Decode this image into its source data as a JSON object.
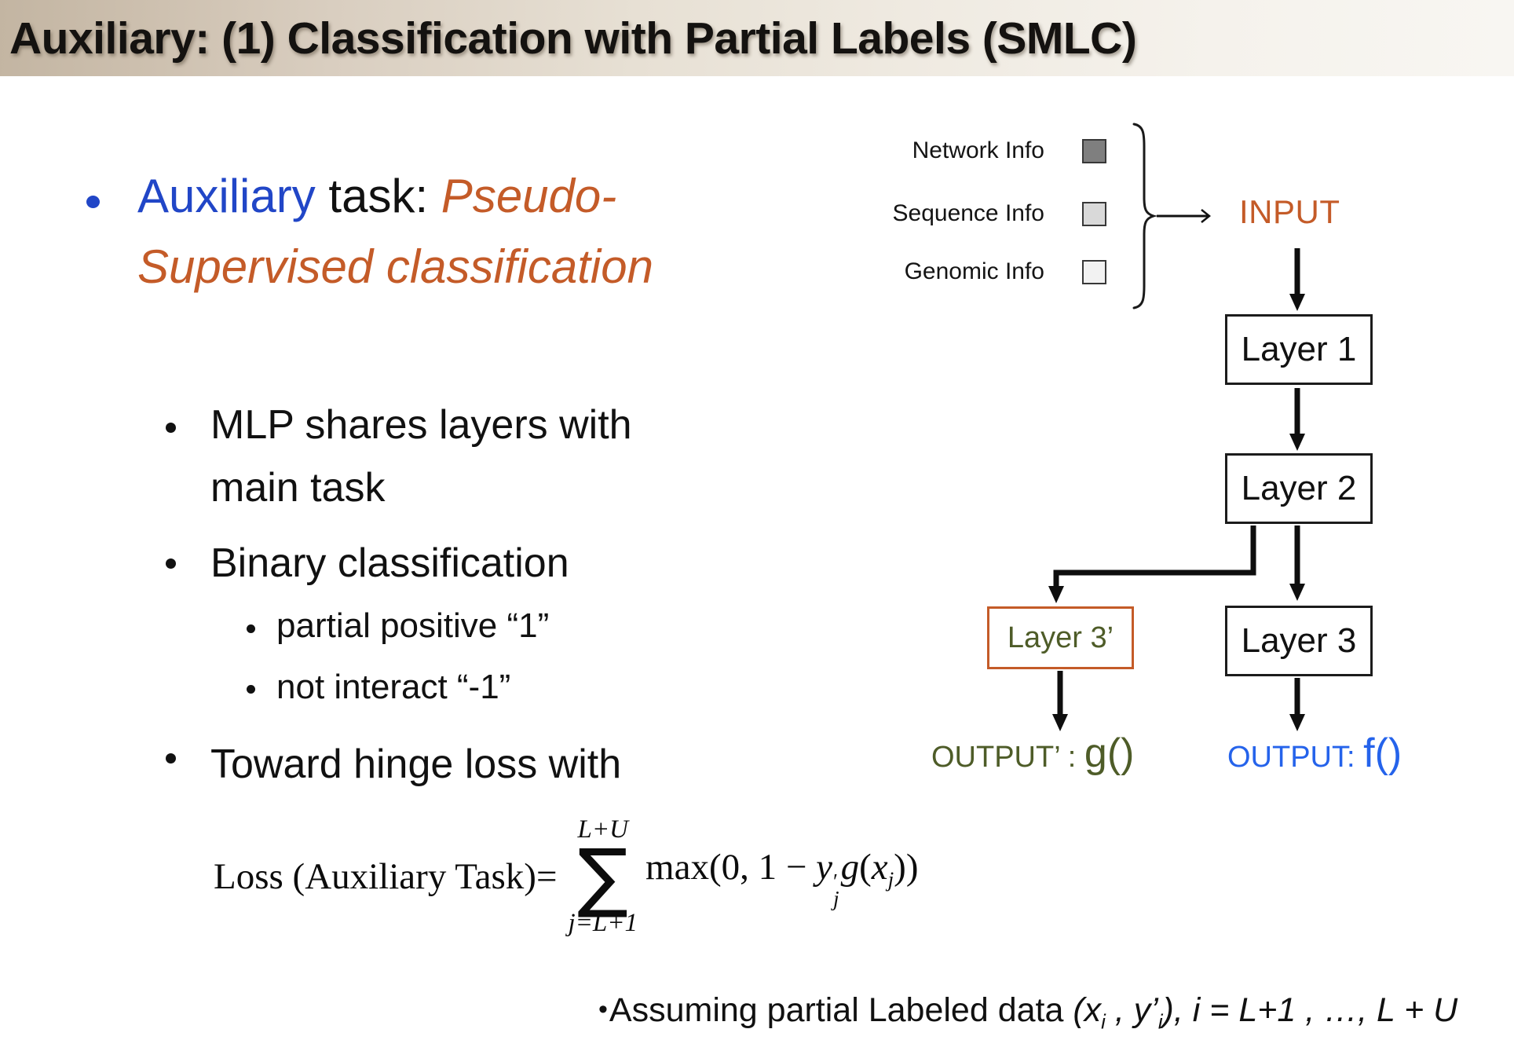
{
  "title": "Auxiliary: (1) Classification with Partial Labels (SMLC)",
  "colors": {
    "accent_blue": "#2146c7",
    "accent_orange": "#c45b28",
    "olive_green": "#4e5c28",
    "output_blue": "#2563eb",
    "title_band_left": "#c3b5a2",
    "title_band_right": "#f8f6f2",
    "swatch_network": "#7f7f7f",
    "swatch_sequence": "#d9d9d9",
    "swatch_genomic": "#f2f2f2"
  },
  "content": {
    "main": {
      "word_blue": "Auxiliary",
      "word_black": " task: ",
      "word_orange_line1": "Pseudo-",
      "word_orange_line2": "Supervised classification"
    },
    "sub1_line1": "MLP shares layers with",
    "sub1_line2": "main task",
    "sub2": "Binary classification",
    "sub2a": "partial positive “1”",
    "sub2b": "not interact “-1”",
    "sub3": "Toward hinge loss with"
  },
  "formula": {
    "lhs": "Loss (Auxiliary Task)",
    "equals": "=",
    "upper": "L+U",
    "sigma": "∑",
    "lower": "j=L+1",
    "pre": "max(0, 1 − ",
    "y": "y",
    "prime": "′",
    "j": "j",
    "g": "g",
    "open": "(",
    "x": "x",
    "j2": "j",
    "close": "))"
  },
  "note": {
    "bullet": "•",
    "lead": "Assuming partial Labeled data ",
    "p1": "(x",
    "s1": "i",
    "p2": " , y’",
    "s2": "i",
    "p3": "), i = L+1 , …, L + U"
  },
  "diagram": {
    "inputs": [
      {
        "label": "Network Info",
        "swatch": "#7f7f7f"
      },
      {
        "label": "Sequence Info",
        "swatch": "#d9d9d9"
      },
      {
        "label": "Genomic Info",
        "swatch": "#f2f2f2"
      }
    ],
    "input_label": "INPUT",
    "layers": [
      {
        "label": "Layer 1"
      },
      {
        "label": "Layer 2"
      },
      {
        "label": "Layer 3"
      }
    ],
    "aux_layer": {
      "label": "Layer 3’"
    },
    "outputs": {
      "aux_prefix": "OUTPUT’ : ",
      "aux_fn": "g()",
      "main_prefix": "OUTPUT: ",
      "main_fn": "f()"
    }
  }
}
